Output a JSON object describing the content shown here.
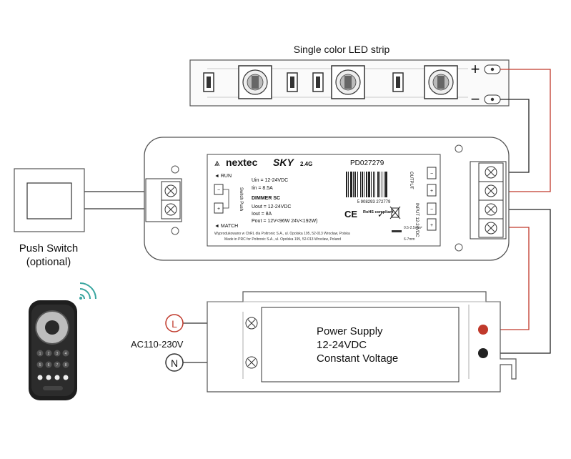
{
  "led_strip": {
    "title": "Single color LED strip",
    "plus": "+",
    "minus": "−"
  },
  "push_switch": {
    "label_line1": "Push Switch",
    "label_line2": "(optional)"
  },
  "controller": {
    "brand": "nextec",
    "model_sky": "SKY",
    "band": "2.4G",
    "part_no": "PD027279",
    "run": "◄ RUN",
    "match": "◄ MATCH",
    "switch_push_label": "Switch Push",
    "term_minus": "−",
    "term_plus": "+",
    "spec_uin": "Uin = 12-24VDC",
    "spec_iin": "Iin = 8.5A",
    "dimmer": "DIMMER SC",
    "spec_uout": "Uout = 12-24VDC",
    "spec_iout": "Iout = 8A",
    "spec_pout": "Pout = 12V<96W 24V<192W)",
    "output_label": "OUTPUT",
    "input_label": "INPUT 12-24VDC",
    "ce": "CE",
    "rohs": "RoHS compliant",
    "barcode": "5 908293 272779",
    "footer1": "Wyprodukowano w ChRL dla Poltronic S.A., ul. Opolska 195, 52-013 Wrocław, Polska",
    "footer2": "Made in PRC for Poltronic S.A., ul. Opolska 195, 52-013 Wrocław, Poland",
    "wire_ref1": "0.5-2.5mm²",
    "wire_ref2": "6-7mm"
  },
  "power_supply": {
    "line1": "Power Supply",
    "line2": "12-24VDC",
    "line3": "Constant Voltage"
  },
  "ac": {
    "voltage": "AC110-230V",
    "live": "L",
    "neutral": "N"
  },
  "remote": {
    "keys": [
      "1",
      "2",
      "3",
      "4",
      "5",
      "6",
      "7",
      "8"
    ]
  },
  "colors": {
    "red_wire": "#c0392b",
    "black_wire": "#222222",
    "outline": "#555555",
    "live_circle": "#c0392b"
  }
}
